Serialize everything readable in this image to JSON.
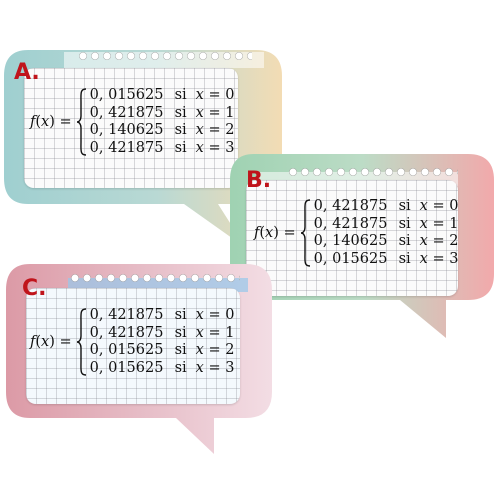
{
  "function_label": "f(x) =",
  "cards": [
    {
      "label": "A.",
      "cases": [
        {
          "value": "0, 015625",
          "si": "si",
          "var": "x",
          "eq": "= 0"
        },
        {
          "value": "0, 421875",
          "si": "si",
          "var": "x",
          "eq": "= 1"
        },
        {
          "value": "0, 140625",
          "si": "si",
          "var": "x",
          "eq": "= 2"
        },
        {
          "value": "0, 421875",
          "si": "si",
          "var": "x",
          "eq": "= 3"
        }
      ]
    },
    {
      "label": "B.",
      "cases": [
        {
          "value": "0, 421875",
          "si": "si",
          "var": "x",
          "eq": "= 0"
        },
        {
          "value": "0, 421875",
          "si": "si",
          "var": "x",
          "eq": "= 1"
        },
        {
          "value": "0, 140625",
          "si": "si",
          "var": "x",
          "eq": "= 2"
        },
        {
          "value": "0, 015625",
          "si": "si",
          "var": "x",
          "eq": "= 3"
        }
      ]
    },
    {
      "label": "C.",
      "cases": [
        {
          "value": "0, 421875",
          "si": "si",
          "var": "x",
          "eq": "= 0"
        },
        {
          "value": "0, 421875",
          "si": "si",
          "var": "x",
          "eq": "= 1"
        },
        {
          "value": "0, 015625",
          "si": "si",
          "var": "x",
          "eq": "= 2"
        },
        {
          "value": "0, 015625",
          "si": "si",
          "var": "x",
          "eq": "= 3"
        }
      ]
    }
  ]
}
